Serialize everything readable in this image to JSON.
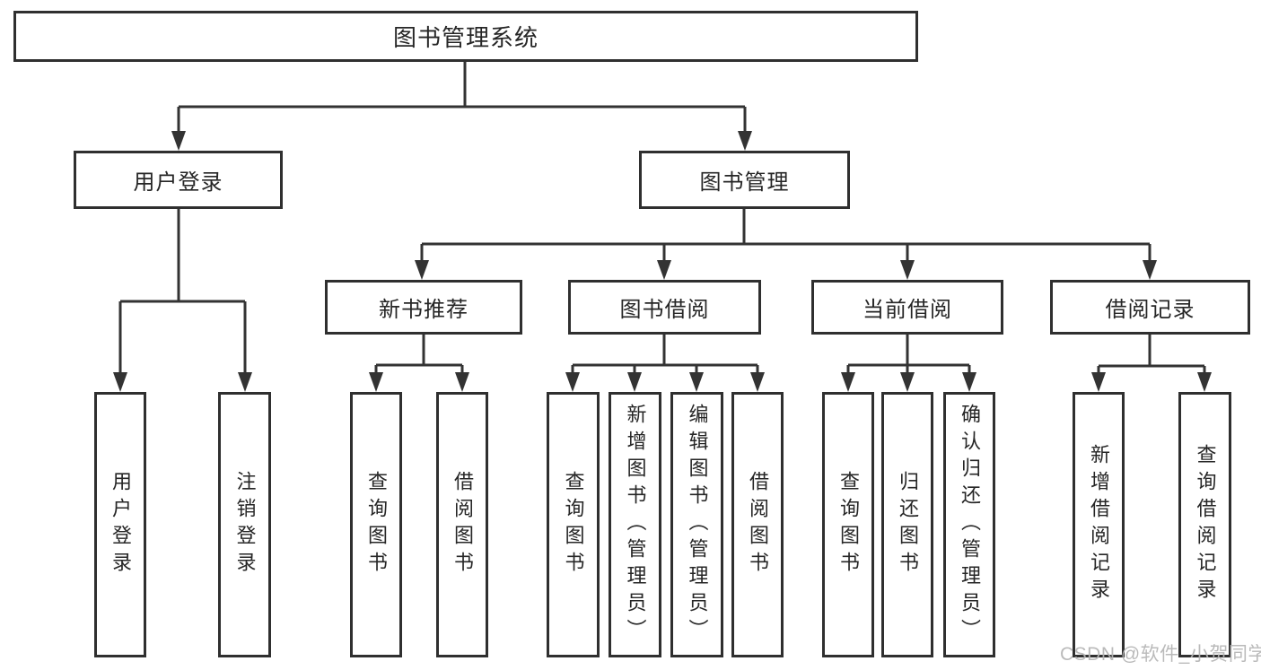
{
  "tree": {
    "root": {
      "label": "图书管理系统",
      "children": [
        {
          "label": "用户登录",
          "children": [
            {
              "label": "用户登录"
            },
            {
              "label": "注销登录"
            }
          ]
        },
        {
          "label": "图书管理",
          "children": [
            {
              "label": "新书推荐",
              "children": [
                {
                  "label": "查询图书"
                },
                {
                  "label": "借阅图书"
                }
              ]
            },
            {
              "label": "图书借阅",
              "children": [
                {
                  "label": "查询图书"
                },
                {
                  "label": "新增图书（管理员）"
                },
                {
                  "label": "编辑图书（管理员）"
                },
                {
                  "label": "借阅图书"
                }
              ]
            },
            {
              "label": "当前借阅",
              "children": [
                {
                  "label": "查询图书"
                },
                {
                  "label": "归还图书"
                },
                {
                  "label": "确认归还（管理员）"
                }
              ]
            },
            {
              "label": "借阅记录",
              "children": [
                {
                  "label": "新增借阅记录"
                },
                {
                  "label": "查询借阅记录"
                }
              ]
            }
          ]
        }
      ]
    }
  },
  "watermark": {
    "text": "CSDN @软件_小贺同学"
  },
  "colors": {
    "line": "#333333",
    "border": "#2f2f2f",
    "text": "#262626",
    "watermark": "#b5b5b5",
    "background": "#ffffff"
  }
}
